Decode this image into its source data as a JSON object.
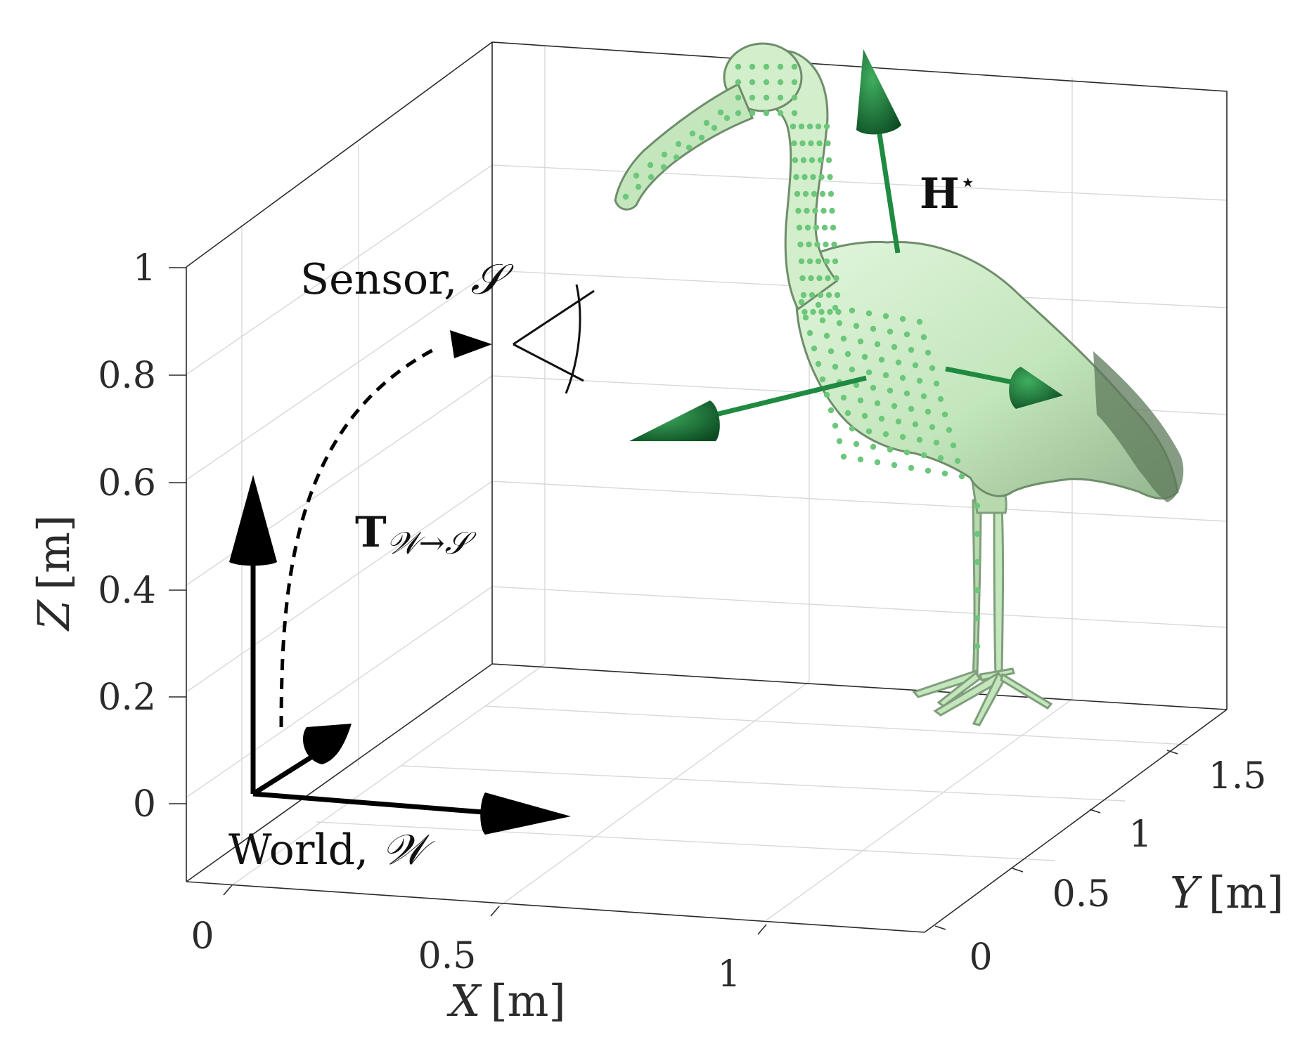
{
  "x_axis": {
    "ticks": [
      "0",
      "0.5",
      "1"
    ],
    "label_var": "X",
    "label_unit": "[m]"
  },
  "y_axis": {
    "ticks": [
      "0",
      "0.5",
      "1",
      "1.5"
    ],
    "label_var": "Y",
    "label_unit": "[m]"
  },
  "z_axis": {
    "ticks": [
      "0",
      "0.2",
      "0.4",
      "0.6",
      "0.8",
      "1"
    ],
    "label_var": "Z",
    "label_unit": "[m]"
  },
  "annotations": {
    "sensor_text": "Sensor, ",
    "sensor_symbol": "𝒮",
    "world_text": "World, ",
    "world_symbol": "𝒲",
    "transform_main": "T",
    "transform_sub": "𝒲→𝒮",
    "h_main": "H",
    "h_sup": "⋆"
  },
  "colors": {
    "bird_body": "#c9ebc2",
    "bird_shade": "#93b58e",
    "bird_dark": "#5d7a59",
    "sample_points": "#6cc77a",
    "arrow_green": "#1f8a40",
    "arrow_green_dark": "#0f5426",
    "frame_black": "#000000"
  },
  "icons": {
    "sensor": "camera-frustum-icon",
    "world_frame": "coordinate-frame-icon"
  }
}
